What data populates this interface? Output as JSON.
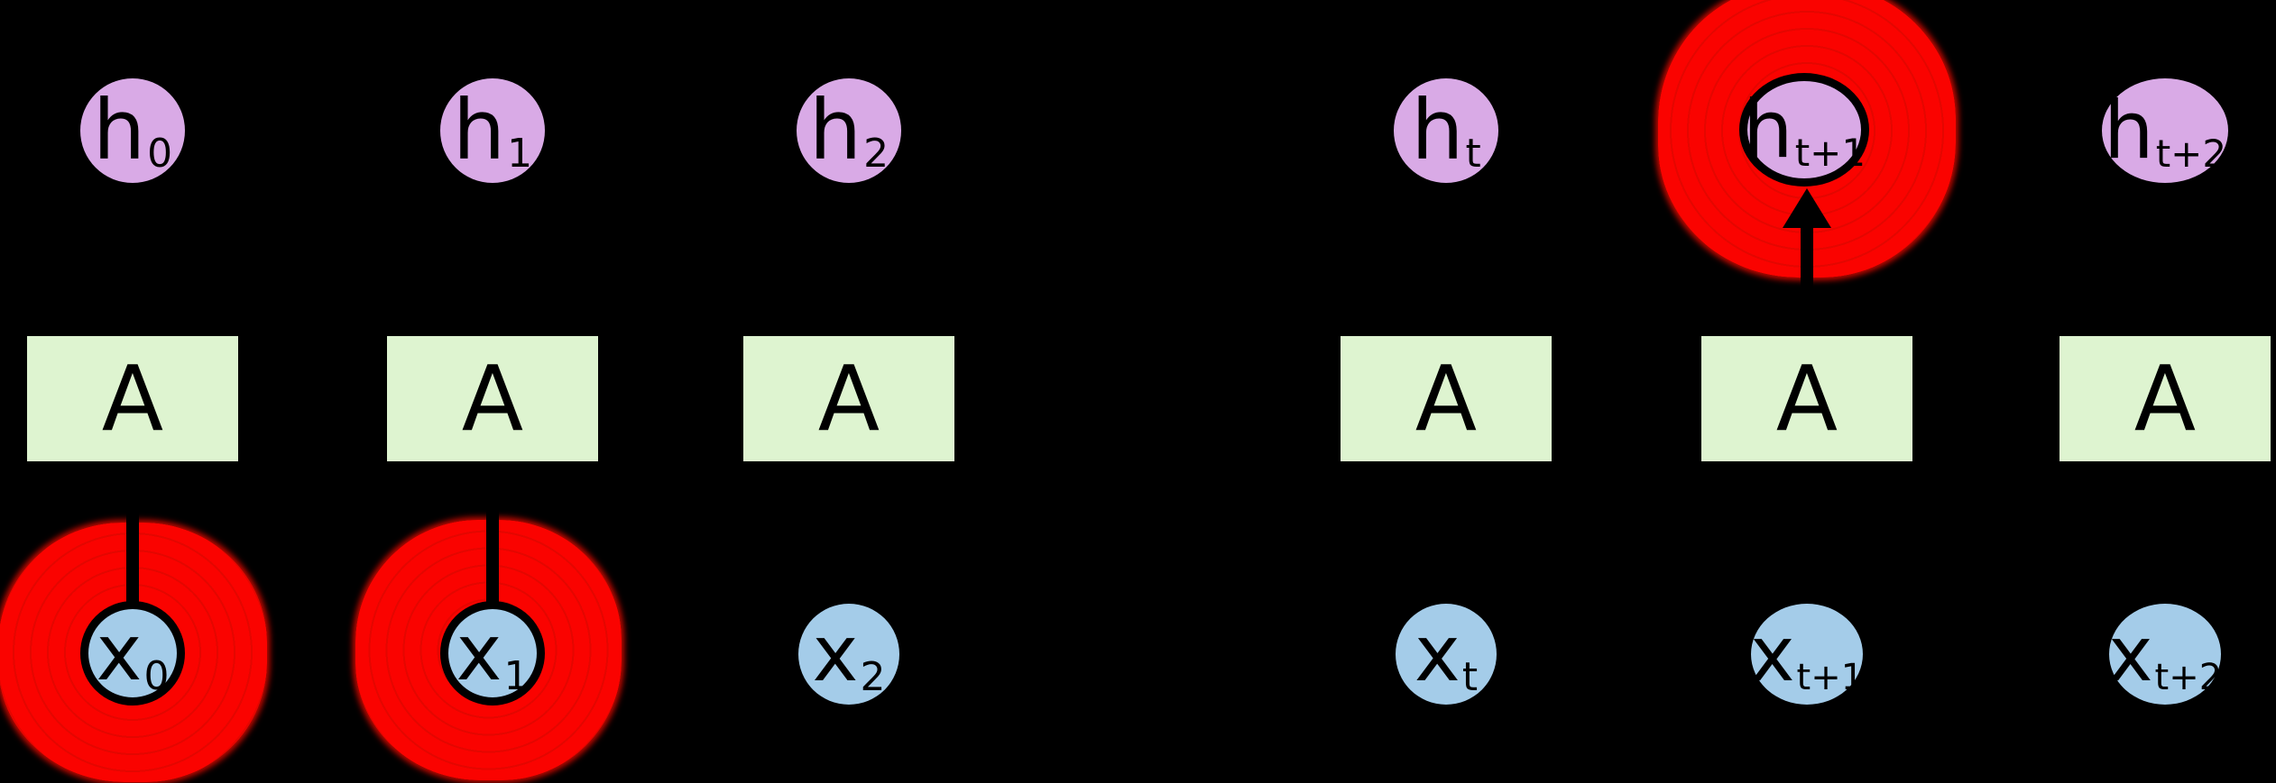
{
  "diagram_type": "unrolled-recurrent-network",
  "colors": {
    "bg": "#000000",
    "hidden_fill": "#d9aae6",
    "input_fill": "#a4cce9",
    "cell_fill": "#def4d0",
    "red": "#fa0300",
    "ink": "#000000"
  },
  "columns": [
    {
      "hidden_main": "h",
      "hidden_sub": "0",
      "cell_label": "A",
      "input_main": "x",
      "input_sub": "0"
    },
    {
      "hidden_main": "h",
      "hidden_sub": "1",
      "cell_label": "A",
      "input_main": "x",
      "input_sub": "1"
    },
    {
      "hidden_main": "h",
      "hidden_sub": "2",
      "cell_label": "A",
      "input_main": "x",
      "input_sub": "2"
    },
    {
      "hidden_main": "h",
      "hidden_sub": "t",
      "cell_label": "A",
      "input_main": "x",
      "input_sub": "t"
    },
    {
      "hidden_main": "h",
      "hidden_sub": "t+1",
      "cell_label": "A",
      "input_main": "x",
      "input_sub": "t+1"
    },
    {
      "hidden_main": "h",
      "hidden_sub": "t+2",
      "cell_label": "A",
      "input_main": "x",
      "input_sub": "t+2"
    }
  ],
  "annotations": {
    "style": "hand-drawn red marker circle",
    "highlighted_input_nodes": [
      "x0",
      "x1"
    ],
    "highlighted_hidden_nodes": [
      "ht+1"
    ],
    "arrow_into_highlighted_hidden": "up-arrow from cell A into ht+1"
  }
}
